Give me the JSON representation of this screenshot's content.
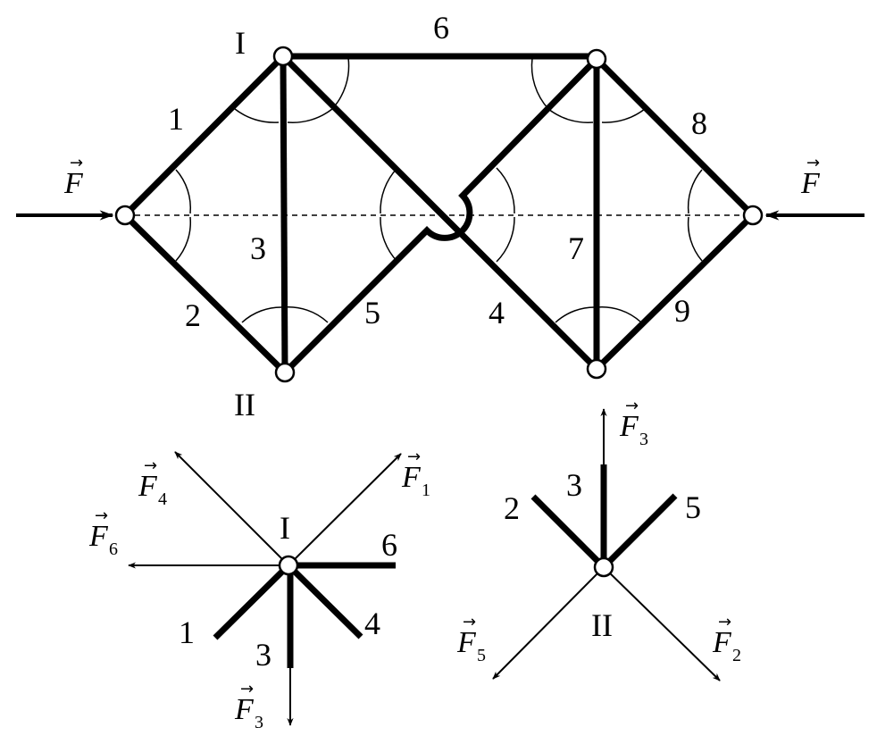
{
  "truss": {
    "node_labels": {
      "top_left": "I",
      "bottom_left": "II"
    },
    "member_labels": [
      "1",
      "2",
      "3",
      "4",
      "5",
      "6",
      "7",
      "8",
      "9"
    ],
    "force_left": "F",
    "force_right": "F"
  },
  "node_I_diagram": {
    "node_label": "I",
    "member_labels": {
      "m1": "1",
      "m3": "3",
      "m4": "4",
      "m6": "6"
    },
    "forces": [
      {
        "name": "F",
        "sub": "1"
      },
      {
        "name": "F",
        "sub": "4"
      },
      {
        "name": "F",
        "sub": "6"
      },
      {
        "name": "F",
        "sub": "3"
      }
    ]
  },
  "node_II_diagram": {
    "node_label": "II",
    "member_labels": {
      "m2": "2",
      "m3": "3",
      "m5": "5"
    },
    "forces": [
      {
        "name": "F",
        "sub": "3"
      },
      {
        "name": "F",
        "sub": "5"
      },
      {
        "name": "F",
        "sub": "2"
      }
    ]
  },
  "vector_symbol": "→"
}
